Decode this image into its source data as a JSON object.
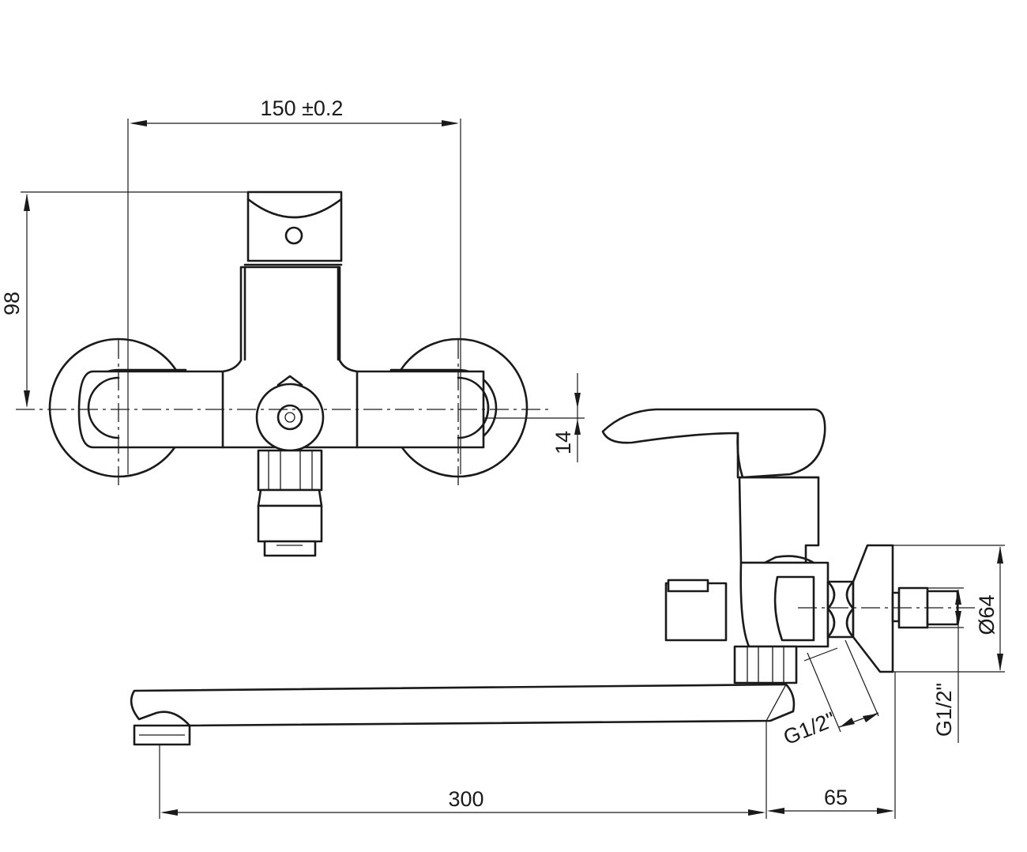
{
  "dimensions": {
    "width_top": "150 ±0.2",
    "height_left": "98",
    "offset_small": "14",
    "spout_length": "300",
    "wall_offset": "65",
    "flange_diameter": "Ø64",
    "thread_inlet": "G1/2\"",
    "thread_outlet": "G1/2\""
  },
  "colors": {
    "line": "#1a1a1a",
    "background": "#ffffff"
  }
}
